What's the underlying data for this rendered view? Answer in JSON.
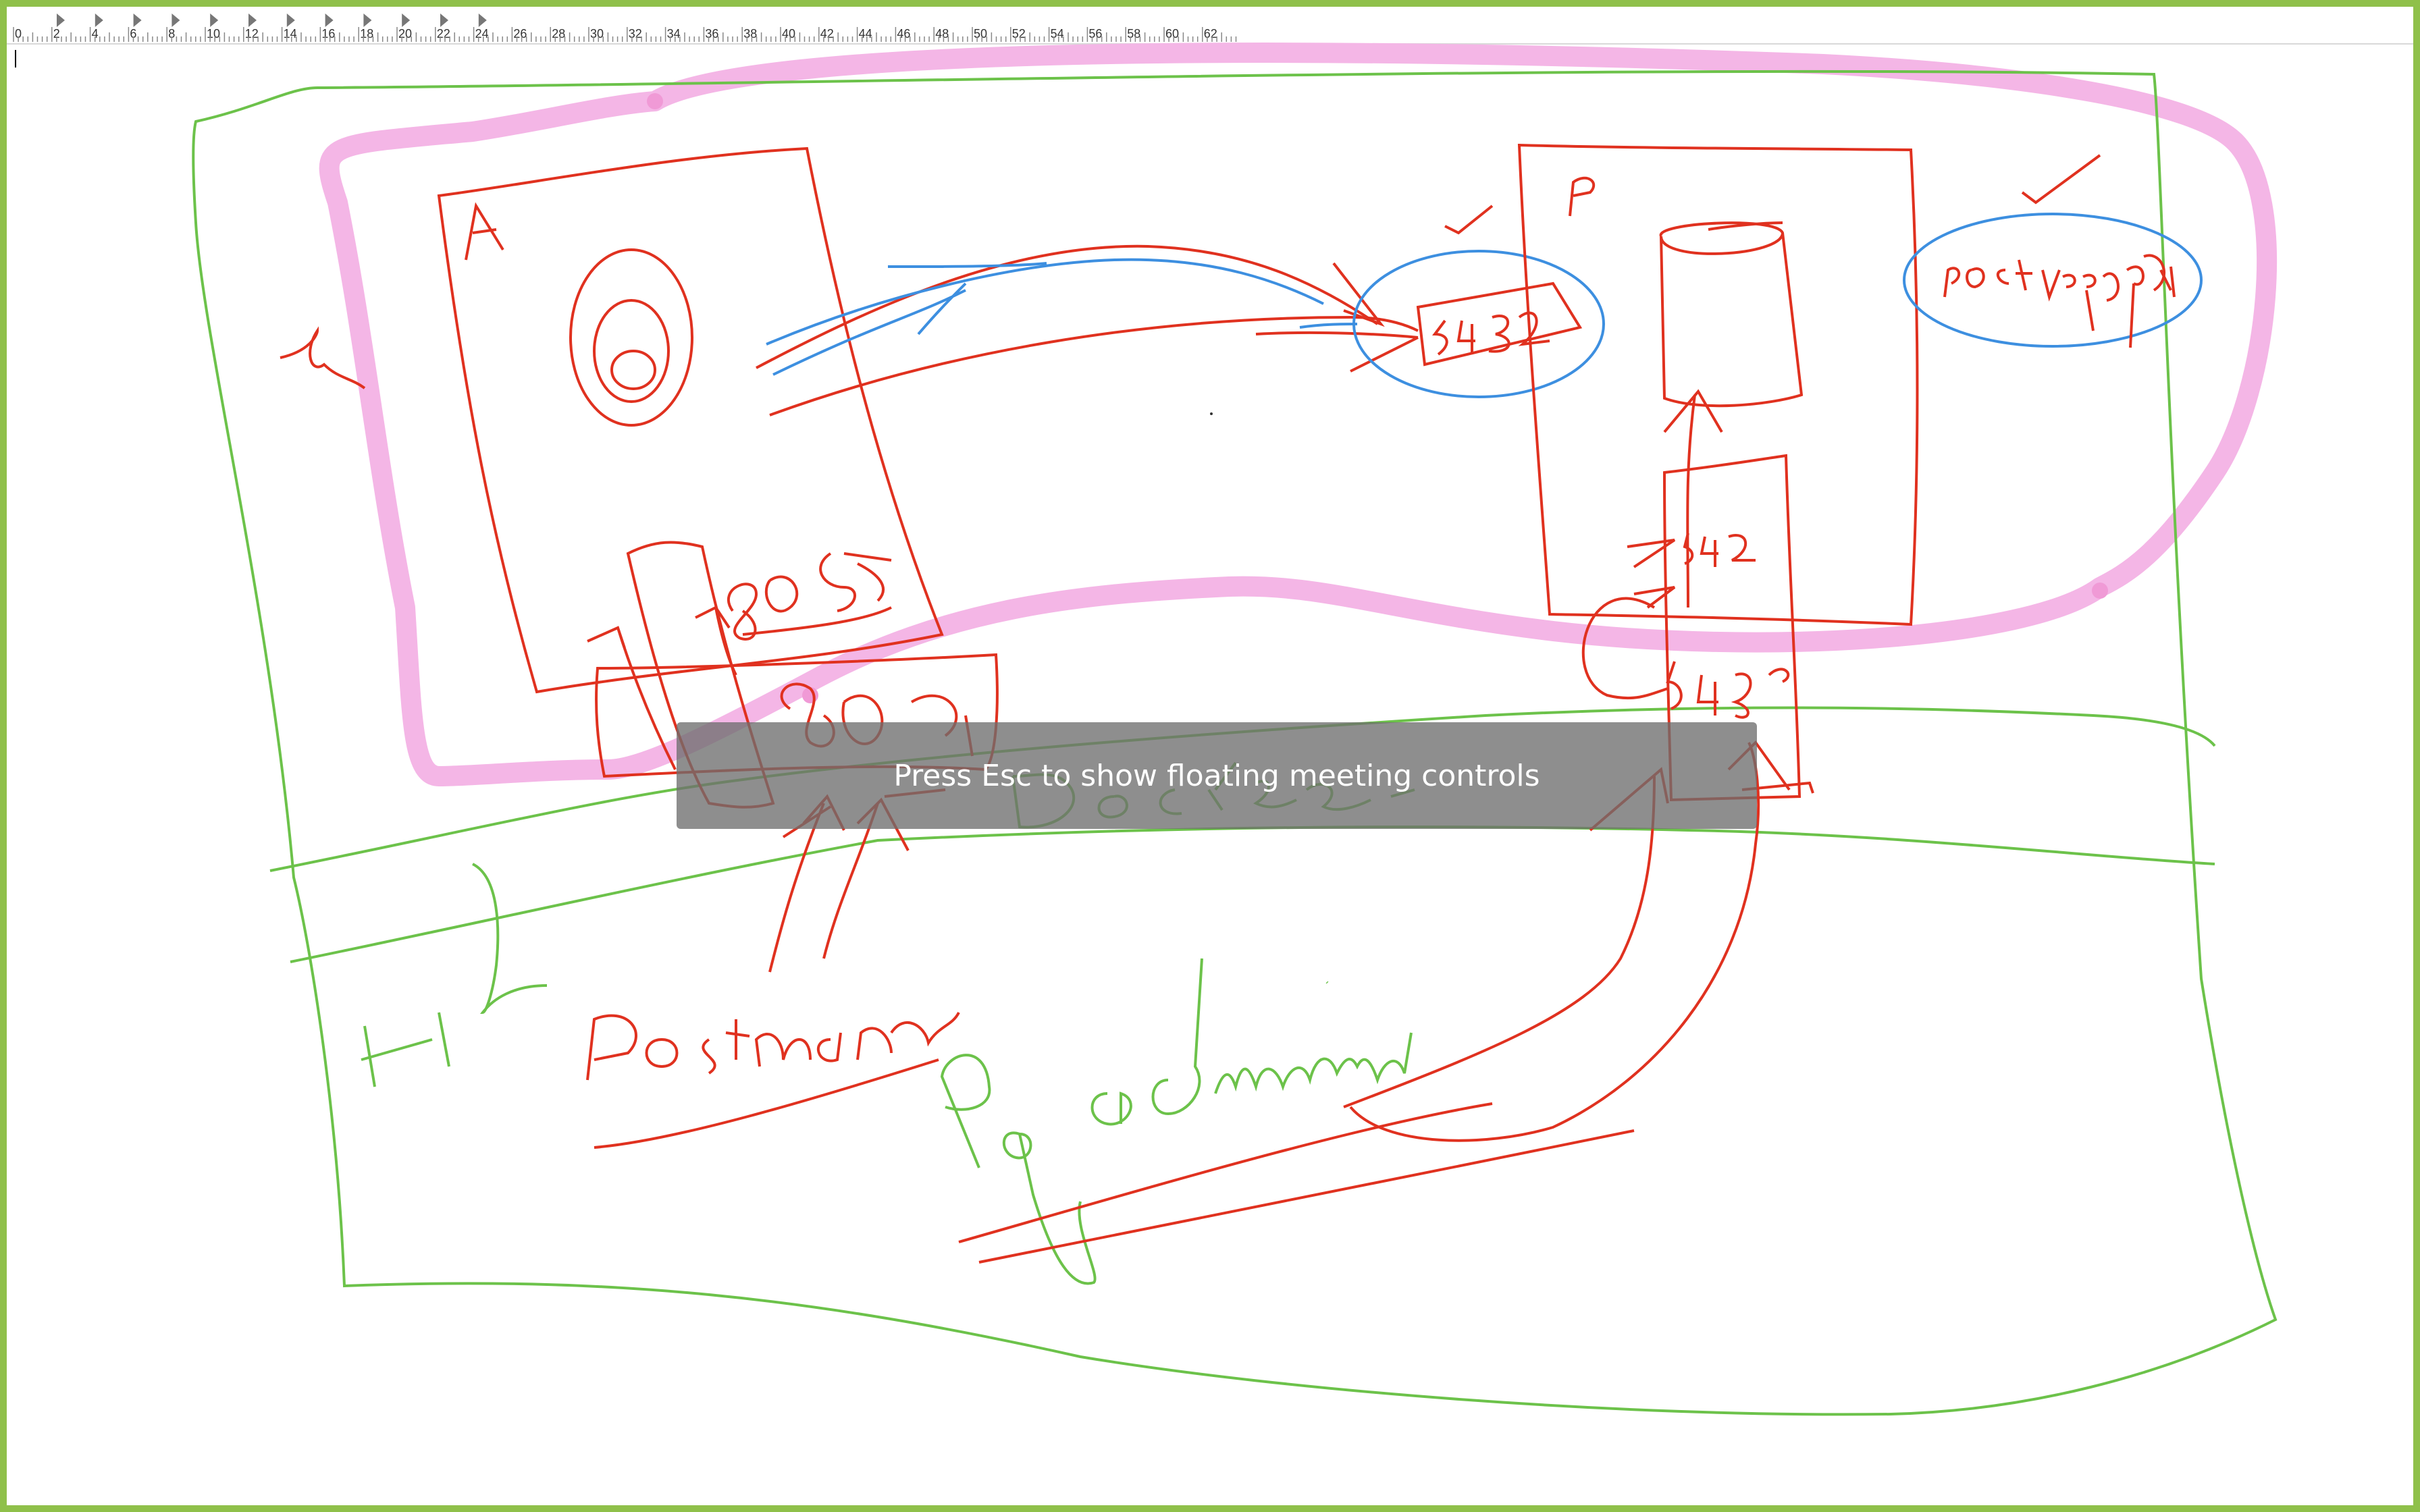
{
  "colors": {
    "frame": "#8fc04a",
    "pen_red": "#e0311f",
    "pen_green": "#6cc24a",
    "pen_blue": "#3d8fe0",
    "highlighter_pink": "#f4b6e6",
    "toast_bg": "#6e6e6e"
  },
  "ruler": {
    "labels": [
      "0",
      "2",
      "4",
      "6",
      "8",
      "10",
      "12",
      "14",
      "16",
      "18",
      "20",
      "22",
      "24",
      "26",
      "28",
      "30",
      "32",
      "34",
      "36",
      "38",
      "40",
      "42",
      "44",
      "46",
      "48",
      "50",
      "52",
      "54",
      "56",
      "58",
      "60",
      "62"
    ],
    "tab_markers": 12
  },
  "notification": {
    "message": "Press Esc to show floating meeting controls"
  },
  "icons": {
    "tab_marker": "triangle-right-icon"
  }
}
